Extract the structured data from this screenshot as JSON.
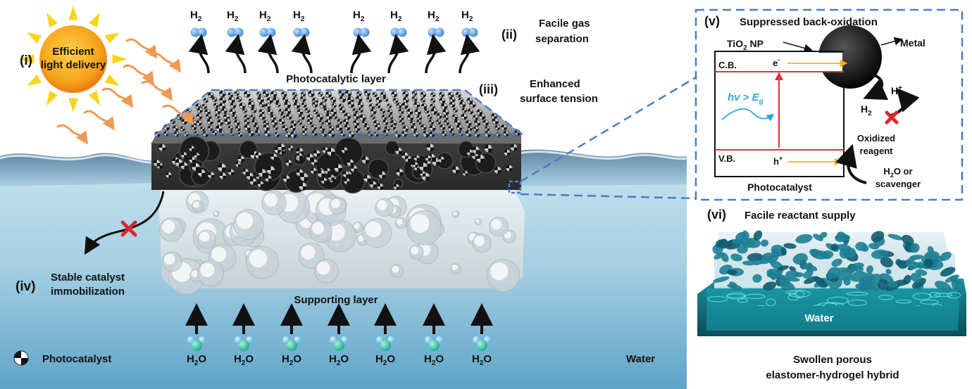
{
  "labels": {
    "h2": "H",
    "h2_sub": "2",
    "h2o_h": "H",
    "h2o_sub": "2",
    "h2o_o": "O",
    "i": "(i)",
    "efficient_line1": "Efficient",
    "efficient_line2": "light delivery",
    "ii": "(ii)",
    "facile_gas_line1": "Facile gas",
    "facile_gas_line2": "separation",
    "photocatalytic_layer": "Photocatalytic layer",
    "iii": "(iii)",
    "enhanced_line1": "Enhanced",
    "enhanced_line2": "surface tension",
    "iv": "(iv)",
    "stable_line1": "Stable catalyst",
    "stable_line2": "immobilization",
    "supporting_layer": "Supporting layer",
    "photocatalyst_legend": "Photocatalyst",
    "water": "Water"
  },
  "inset_v": {
    "v": "(v)",
    "title": "Suppressed back-oxidation",
    "tio2_pre": "TiO",
    "tio2_sub": "2",
    "tio2_post": " NP",
    "metal": "Metal",
    "cb": "C.B.",
    "vb": "V.B.",
    "e": "e",
    "e_sup": "-",
    "h": "h",
    "h_sup": "+",
    "hv": "hv > E",
    "hv_sub": "g",
    "hplus": "H",
    "hplus_sup": "+",
    "h2": "H",
    "h2_sub": "2",
    "oxidized_line1": "Oxidized",
    "oxidized_line2": "reagent",
    "h2o_pre": "H",
    "h2o_sub": "2",
    "h2o_post": "O or",
    "scavenger": "scavenger",
    "photocatalyst": "Photocatalyst"
  },
  "inset_vi": {
    "vi": "(vi)",
    "title": "Facile reactant supply",
    "water": "Water",
    "caption_line1": "Swollen porous",
    "caption_line2": "elastomer-hydrogel hybrid"
  },
  "colors": {
    "sun_core": "#f7a51c",
    "sun_ray": "#f6d51b",
    "light_arrow": "#ee9a55",
    "dashed_box": "#4a7fc1",
    "band_line": "#e0333e",
    "electron_arrow": "#f2b21e",
    "hv_arrow": "#2fa6de",
    "blocked_cross": "#e1242b",
    "h2_molecule": "#4a94d8",
    "water_oxygen": "#2fbfa6",
    "water_hydrogen": "#6ec8f0"
  }
}
